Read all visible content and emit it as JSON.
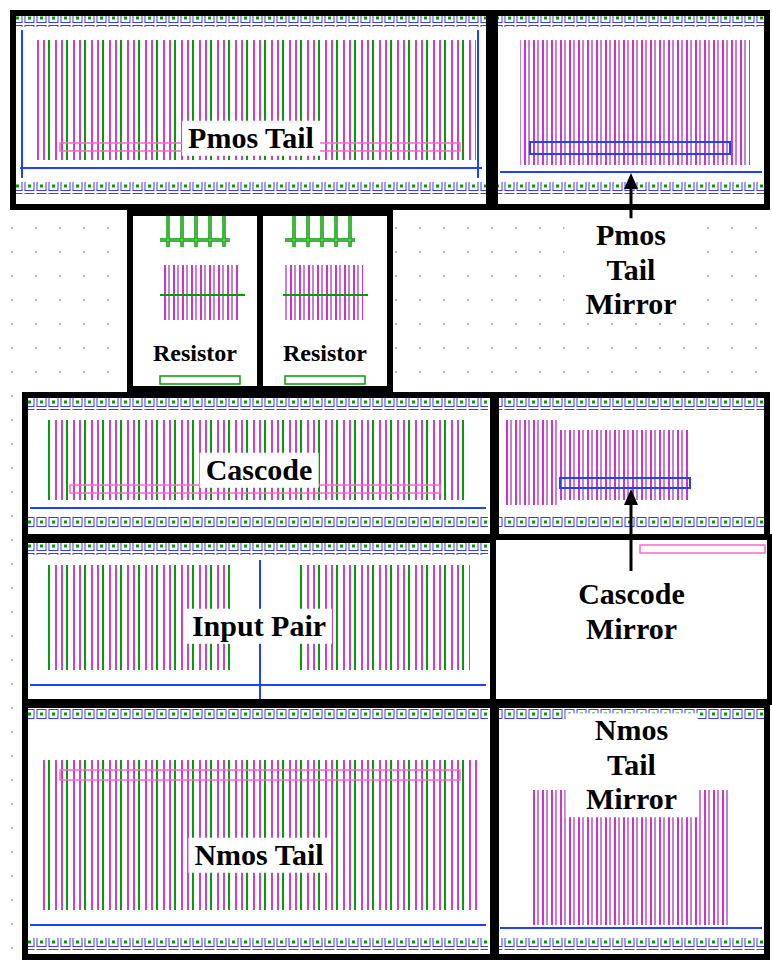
{
  "diagram": {
    "nodes": [
      {
        "text": [
          "Pmos Tail"
        ]
      },
      {
        "text": [
          "Pmos Tail Mirror"
        ]
      },
      {
        "text": [
          "Resistor"
        ]
      },
      {
        "text": [
          "Resistor"
        ]
      },
      {
        "text": [
          "Cascode"
        ]
      },
      {
        "text": [
          "Cascode Mirror"
        ]
      },
      {
        "text": [
          "Input Pair"
        ]
      },
      {
        "text": [
          "Nmos Tail"
        ]
      },
      {
        "text": [
          "Nmos Tail Mirror"
        ]
      }
    ]
  }
}
